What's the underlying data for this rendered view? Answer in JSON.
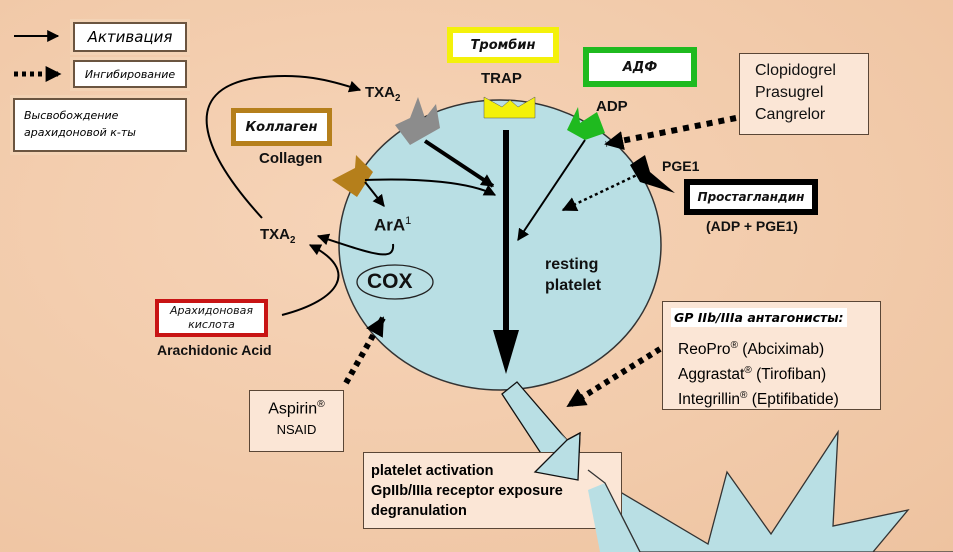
{
  "legend": {
    "activation": "Активация",
    "inhibition": "Ингибирование",
    "release_line1": "Высвобождение",
    "release_line2": "арахидоновой к-ты"
  },
  "labels": {
    "thrombin_ru": "Тромбин",
    "thrombin_en": "TRAP",
    "adp_ru": "АДФ",
    "adp_en": "ADP",
    "collagen_ru": "Коллаген",
    "collagen_en": "Collagen",
    "txa2_top": "TXA",
    "txa2_top_sub": "2",
    "txa2_left": "TXA",
    "txa2_left_sub": "2",
    "ara": "ArA",
    "ara_sup": "1",
    "cox": "COX",
    "resting_line1": "resting",
    "resting_line2": "platelet",
    "pge1": "PGE1",
    "prostaglandin_ru": "Простагландин",
    "adp_pge1": "(ADP + PGE1)",
    "arachidonic_ru_line1": "Арахидоновая",
    "arachidonic_ru_line2": "кислота",
    "arachidonic_en": "Arachidonic Acid"
  },
  "p2y12_inhibitors": [
    "Clopidogrel",
    "Prasugrel",
    "Cangrelor"
  ],
  "gp_antagonists": {
    "title": "GP IIb/IIIa антагонисты:",
    "items": [
      {
        "name": "ReoPro",
        "mark": "®",
        "generic": " (Abciximab)"
      },
      {
        "name": "Aggrastat",
        "mark": "®",
        "generic": " (Tirofiban)"
      },
      {
        "name": "Integrillin",
        "mark": "®",
        "generic": " (Eptifibatide)"
      }
    ]
  },
  "aspirin": {
    "name": "Aspirin",
    "mark": "®",
    "class": "NSAID"
  },
  "outcome": [
    "platelet activation",
    "GpIIb/IIIa receptor exposure",
    "degranulation"
  ],
  "colors": {
    "platelet": "#b9dfe4",
    "thrombin": "#f4f10a",
    "adp": "#1fba1f",
    "collagen": "#b57f1b",
    "txa2_receptor": "#8c8c8c",
    "arachidonic_border": "#c81414"
  }
}
